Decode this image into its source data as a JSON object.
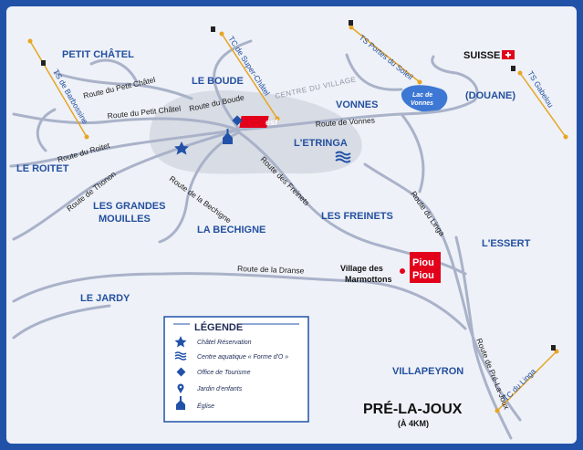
{
  "areas": {
    "petit_chatel": "PETIT CHÂTEL",
    "le_boude": "LE BOUDE",
    "vonnes": "VONNES",
    "suisse": "SUISSE",
    "douane": "(DOUANE)",
    "letringa": "L'ETRINGA",
    "le_roitet": "LE ROITET",
    "les_grandes_mouilles_1": "LES GRANDES",
    "les_grandes_mouilles_2": "MOUILLES",
    "la_bechigne": "LA BECHIGNE",
    "les_freinets": "LES FREINETS",
    "lessert": "L'ESSERT",
    "le_jardy": "LE JARDY",
    "villapeyron": "VILLAPEYRON",
    "pre_la_joux": "PRÉ-LA-JOUX",
    "pre_la_joux_sub": "(À 4KM)",
    "centre_du_village": "CENTRE DU VILLAGE",
    "lac_de_vonnes_1": "Lac de",
    "lac_de_vonnes_2": "Vonnes"
  },
  "roads": {
    "petit_chatel": "Route du Petit Châtel",
    "petit_chatel_2": "Route du Petit Châtel",
    "boude": "Route du Boude",
    "vonnes": "Route de Vonnes",
    "roitet": "Route du Roitet",
    "thonon": "Route de Thonon",
    "bechigne": "Route de la Bechigne",
    "freinets": "Route des Freinets",
    "linga": "Route du Linga",
    "dranse": "Route de la Dranse",
    "pre_la_joux": "Route de Pré-La-Joux"
  },
  "lifts": {
    "barbossine": "TS de Barbossine",
    "super_chatel": "TC de Super-Châtel",
    "portes_du_soleil": "TS Portes du Soleil",
    "gabelou": "TS Gabelou",
    "linga": "TC du Linga"
  },
  "logos": {
    "esf": "esf",
    "piou_1": "Piou",
    "piou_2": "Piou"
  },
  "poi": {
    "village_1": "Village des",
    "village_2": "Marmottons"
  },
  "legend": {
    "title": "LÉGENDE",
    "items": [
      {
        "icon": "star-icon",
        "label": "Châtel Réservation"
      },
      {
        "icon": "waves-icon",
        "label": "Centre aquatique « Forme d'O »"
      },
      {
        "icon": "info-office-icon",
        "label": "Office de Tourisme"
      },
      {
        "icon": "map-pin-icon",
        "label": "Jardin d'enfants"
      },
      {
        "icon": "church-icon",
        "label": "Église"
      }
    ]
  },
  "colors": {
    "border": "#2152a8",
    "area_text": "#2450a0",
    "road": "#a9b2c9",
    "lift": "#e7a523",
    "lake": "#3d78d4",
    "esf_red": "#e3001b",
    "swiss_red": "#e3001b"
  }
}
